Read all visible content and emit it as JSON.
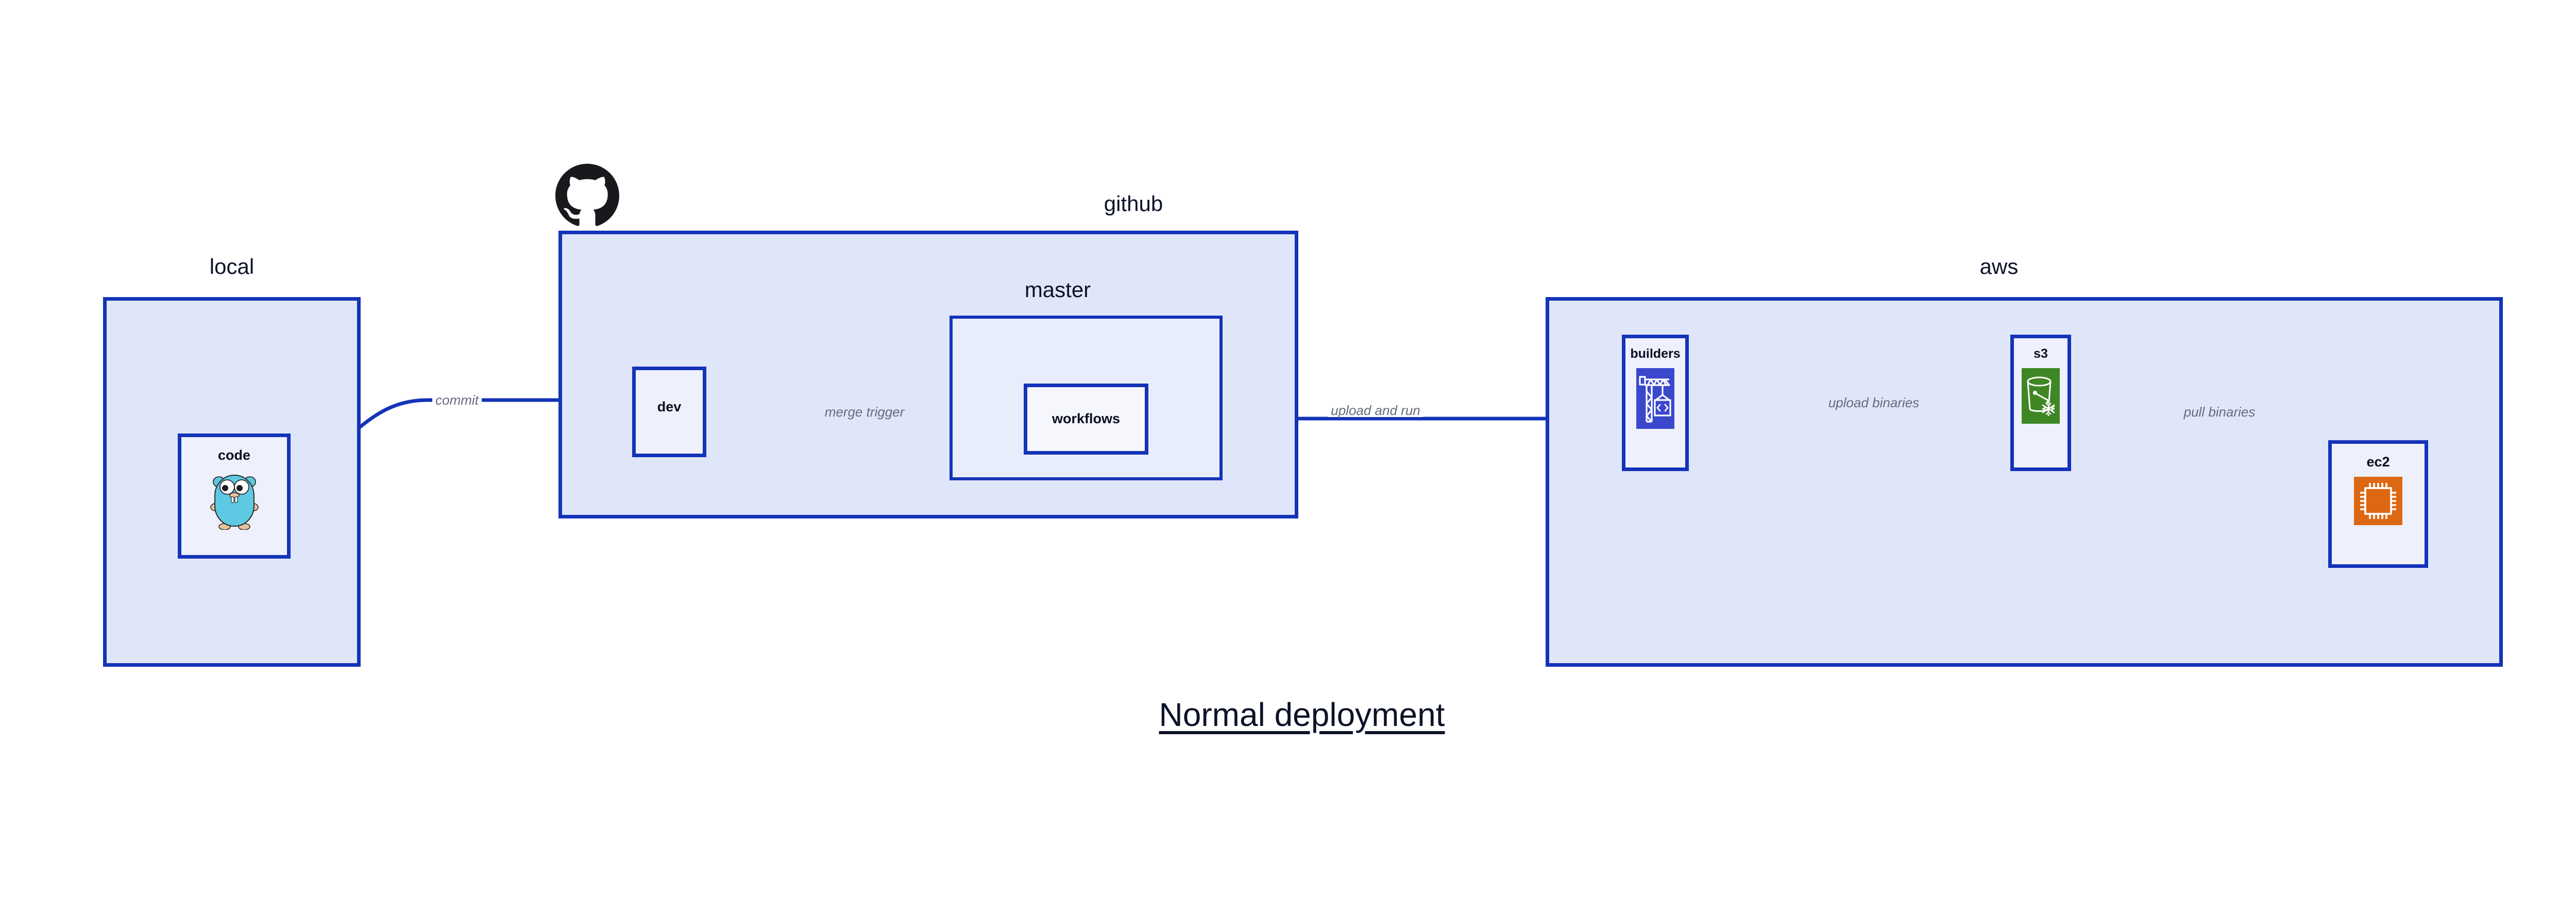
{
  "diagram": {
    "caption": "Normal deployment",
    "accent_border": "#1433b8",
    "group_fill": "#e0e6fa",
    "node_fill": "#eef1fc",
    "label_color": "#666c7d",
    "title_color": "#0d1228"
  },
  "groups": {
    "local": {
      "title": "local",
      "nodes": {
        "code": {
          "label": "code",
          "icon": "go-gopher-icon"
        }
      }
    },
    "github": {
      "title": "github",
      "logo": "github-octocat-icon",
      "nodes": {
        "dev": {
          "label": "dev"
        }
      },
      "subgroups": {
        "master": {
          "title": "master",
          "nodes": {
            "workflows": {
              "label": "workflows"
            }
          }
        }
      }
    },
    "aws": {
      "title": "aws",
      "nodes": {
        "builders": {
          "label": "builders",
          "icon": "crane-code-icon",
          "icon_color": "#3b48cc"
        },
        "s3": {
          "label": "s3",
          "icon": "s3-bucket-icon",
          "icon_color": "#3f8624"
        },
        "ec2": {
          "label": "ec2",
          "icon": "cpu-chip-icon",
          "icon_color": "#dd6813"
        }
      }
    }
  },
  "edges": [
    {
      "id": "commit",
      "label": "commit",
      "from": "code",
      "to": "dev"
    },
    {
      "id": "merge-trigger",
      "label": "merge trigger",
      "from": "dev",
      "to": "workflows"
    },
    {
      "id": "upload-and-run",
      "label": "upload and run",
      "from": "workflows",
      "to": "builders"
    },
    {
      "id": "upload-binaries",
      "label": "upload binaries",
      "from": "builders",
      "to": "s3"
    },
    {
      "id": "pull-binaries",
      "label": "pull binaries",
      "from": "s3",
      "to": "ec2"
    }
  ]
}
